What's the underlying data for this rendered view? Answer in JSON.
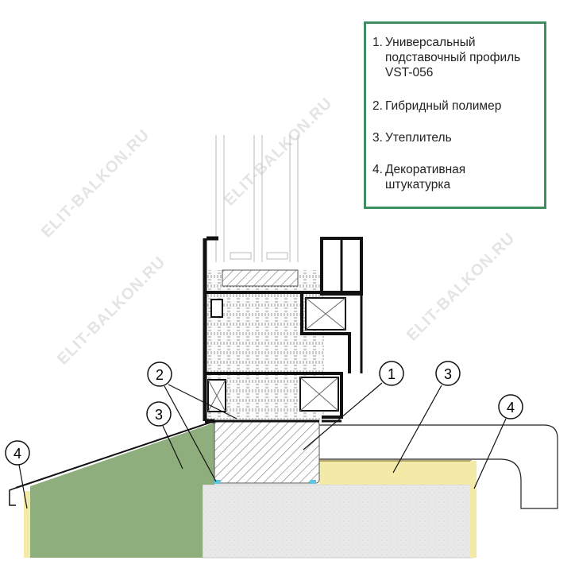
{
  "legend": {
    "items": [
      {
        "num": "1.",
        "lines": [
          "Универсальный",
          "подставочный профиль",
          "VST-056"
        ]
      },
      {
        "num": "2.",
        "lines": [
          "Гибридный полимер"
        ]
      },
      {
        "num": "3.",
        "lines": [
          "Утеплитель"
        ]
      },
      {
        "num": "4.",
        "lines": [
          "Декоративная",
          "штукатурка"
        ]
      }
    ]
  },
  "callouts": [
    "1",
    "2",
    "3",
    "3",
    "4",
    "4"
  ],
  "watermark": "ELIT-BALKON.RU",
  "colors": {
    "legend_border": "#3f8d60",
    "insulation_green": "#8fae7d",
    "insulation_yellow": "#f3eaa8",
    "concrete": "#e9e9e9",
    "polymer": "#5ec6e0"
  }
}
